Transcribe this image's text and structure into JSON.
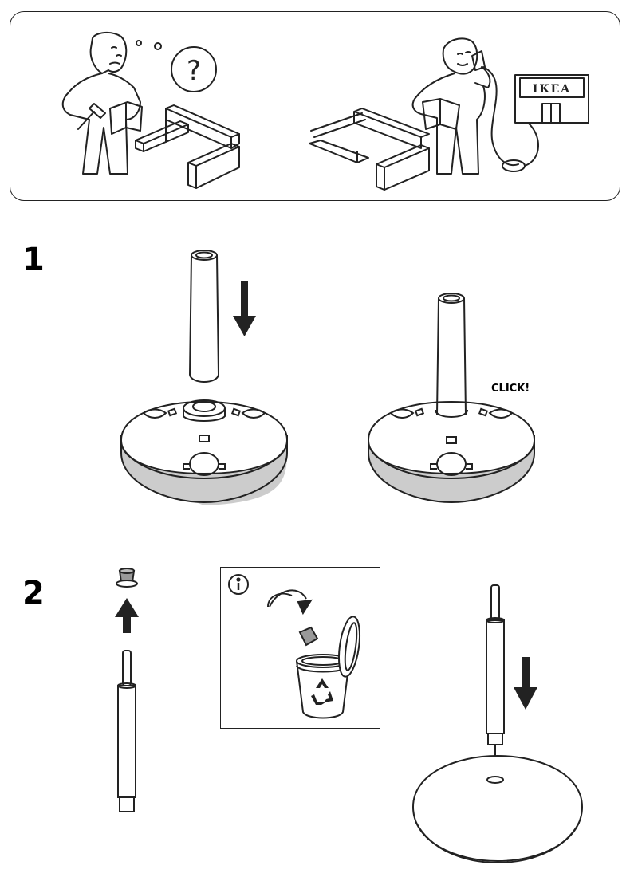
{
  "store_logo": "IKEA",
  "steps": [
    {
      "number": "1",
      "callout": "CLICK!"
    },
    {
      "number": "2"
    }
  ],
  "icons": {
    "info": "info-icon",
    "recycle": "recycle-icon",
    "question": "question-mark-icon",
    "arrow_down": "arrow-down-icon",
    "arrow_up": "arrow-up-icon"
  },
  "colors": {
    "line": "#222222",
    "base_band": "#cccccc"
  }
}
